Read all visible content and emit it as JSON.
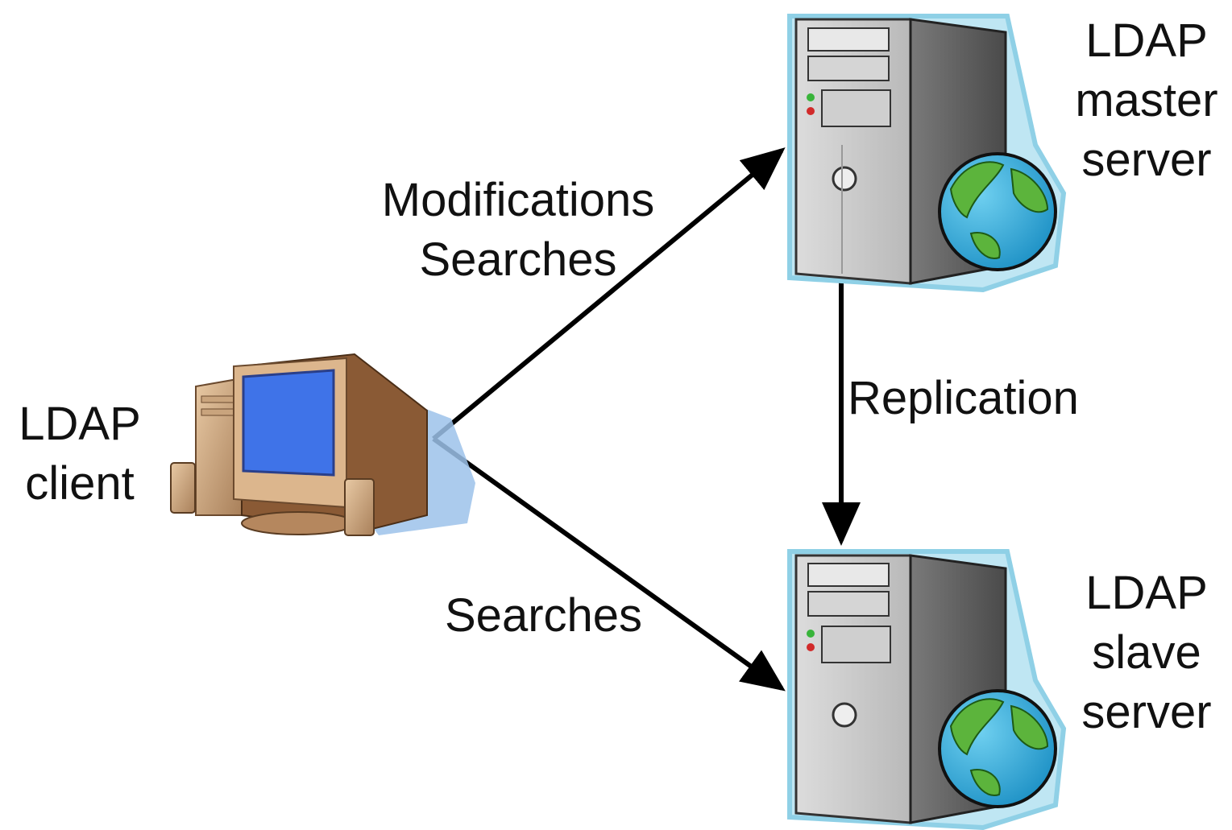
{
  "client": {
    "lines": [
      "LDAP",
      "client"
    ],
    "icon": "desktop-computer-icon"
  },
  "master": {
    "lines": [
      "LDAP",
      "master",
      "server"
    ],
    "icon": "server-tower-globe-icon"
  },
  "slave": {
    "lines": [
      "LDAP",
      "slave",
      "server"
    ],
    "icon": "server-tower-globe-icon"
  },
  "edges": {
    "client_to_master": {
      "lines": [
        "Modifications",
        "Searches"
      ]
    },
    "client_to_slave": {
      "label": "Searches"
    },
    "master_to_slave": {
      "label": "Replication"
    }
  },
  "colors": {
    "globe_ocean": "#2aa6d6",
    "globe_land": "#5cb43c",
    "monitor_screen": "#3f73e8",
    "server_glow": "#9fd8ec",
    "arrow": "#000000"
  }
}
